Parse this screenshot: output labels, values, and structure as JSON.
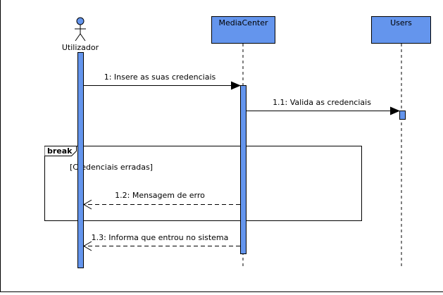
{
  "diagram": {
    "actor": {
      "label": "Utilizador"
    },
    "lifelines": [
      {
        "label": "MediaCenter"
      },
      {
        "label": "Users"
      }
    ],
    "messages": [
      {
        "label": "1: Insere as suas credenciais",
        "kind": "sync"
      },
      {
        "label": "1.1: Valida as credenciais",
        "kind": "sync"
      },
      {
        "label": "1.2: Mensagem de erro",
        "kind": "return"
      },
      {
        "label": "1.3: Informa que entrou no sistema",
        "kind": "return"
      }
    ],
    "fragment": {
      "operator": "break",
      "guard": "[Credenciais erradas]"
    }
  },
  "colors": {
    "lifeline_fill": "#6495ed",
    "activation_fill": "#6495ed",
    "line": "#000000",
    "background": "#ffffff"
  }
}
